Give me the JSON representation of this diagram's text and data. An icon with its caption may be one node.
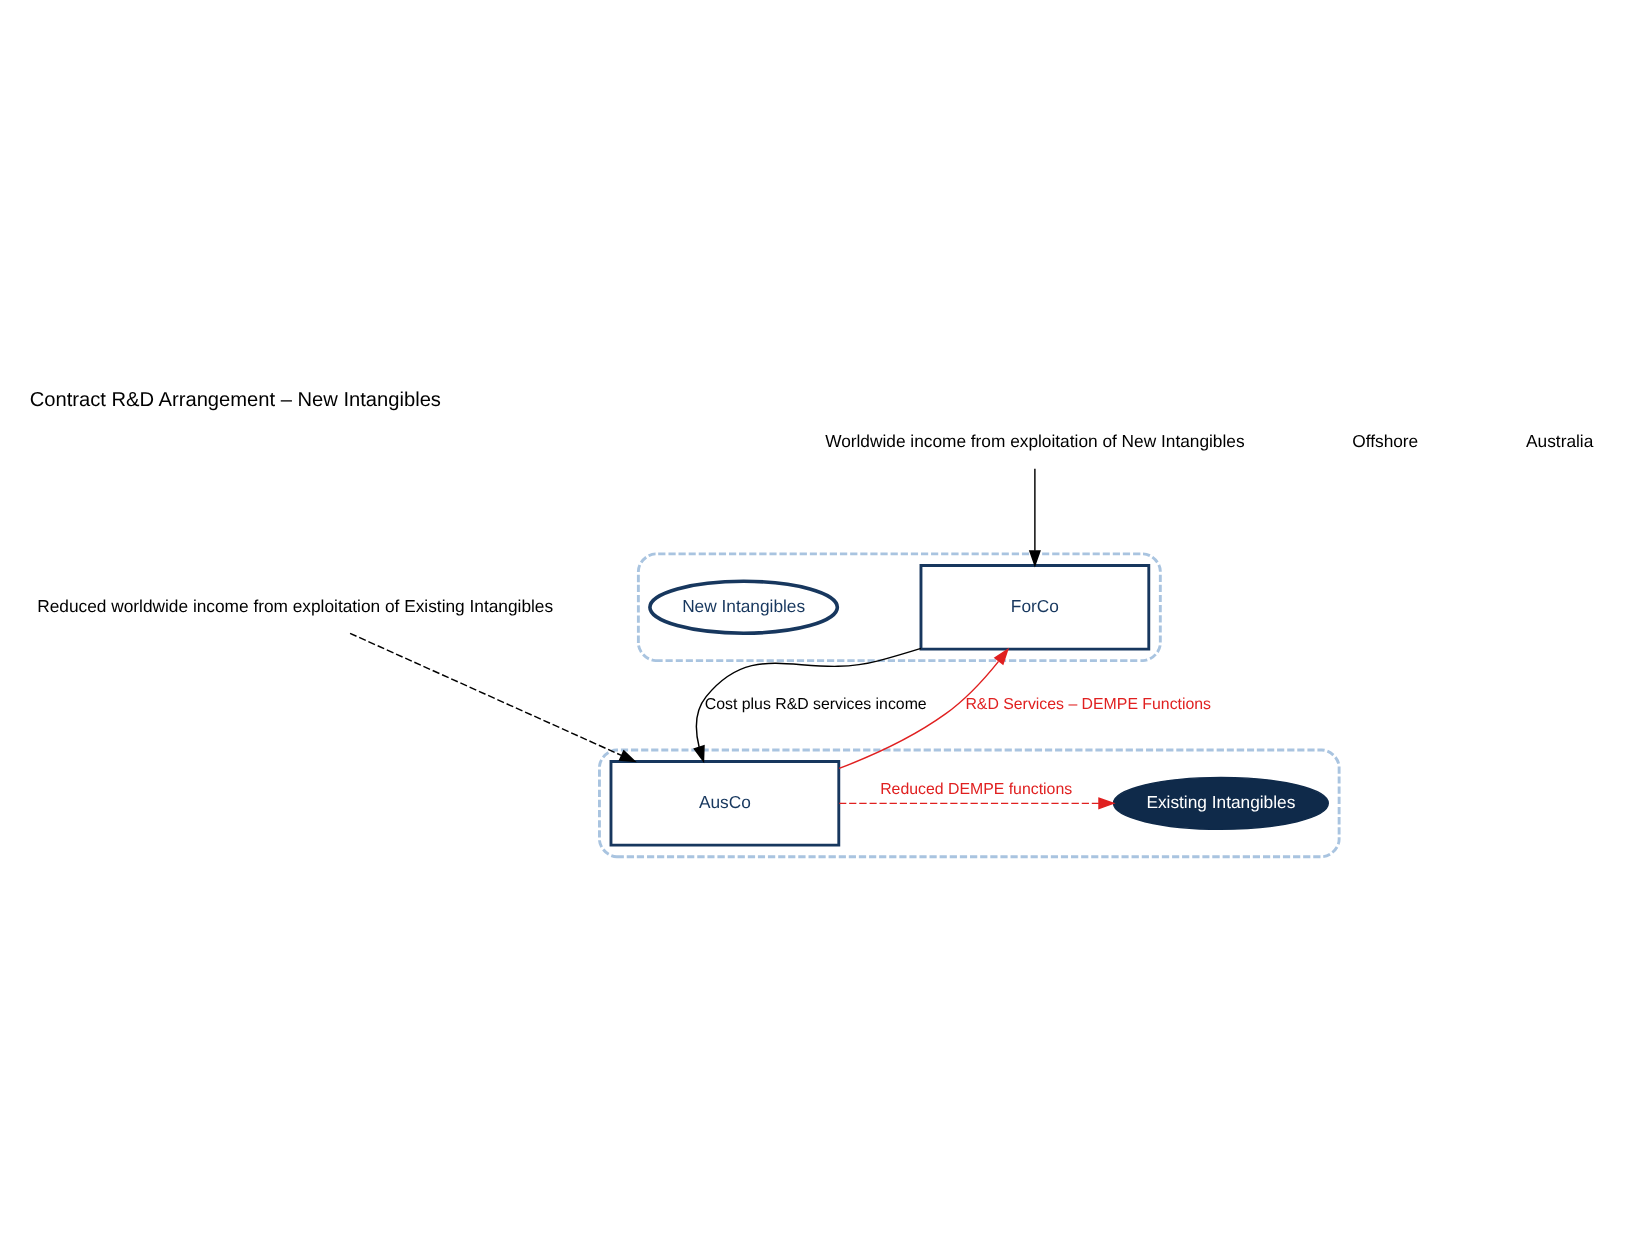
{
  "diagram": {
    "title": "Contract R&D Arrangement – New Intangibles",
    "nodes": [
      {
        "text": [],
        "shape": "box"
      },
      {
        "text": [
          "ForCo"
        ],
        "in": 0
      },
      {
        "text": [
          "New Intangibles"
        ],
        "in": 0
      },
      {
        "text": [
          "Worldwide income from exploitation of New Intangibles"
        ]
      },
      {
        "text": [],
        "shape": "box"
      },
      {
        "text": [
          "AusCo"
        ],
        "in": 4
      },
      {
        "text": [
          "Existing Intangibles"
        ],
        "in": 4
      },
      {
        "text": [
          "Reduced worldwide income from exploitation of Existing Intangibles"
        ]
      }
    ],
    "edges": [
      {
        "from": 3,
        "to": 1,
        "arrow": "to"
      },
      {
        "from": 5,
        "to": 1,
        "arrow": "to",
        "label": "R&D Services – DEMPE Functions",
        "color": "#e02020"
      },
      {
        "from": 1,
        "to": 5,
        "arrow": "to",
        "label": "Cost plus R&D services income"
      },
      {
        "from": 7,
        "to": 5,
        "arrow": "to",
        "style": "dashed"
      },
      {
        "from": 5,
        "to": 6,
        "arrow": "to",
        "label": "Reduced DEMPE functions",
        "style": "dashed",
        "color": "#e02020"
      }
    ],
    "labels": [
      "Offshore",
      "Australia"
    ]
  }
}
